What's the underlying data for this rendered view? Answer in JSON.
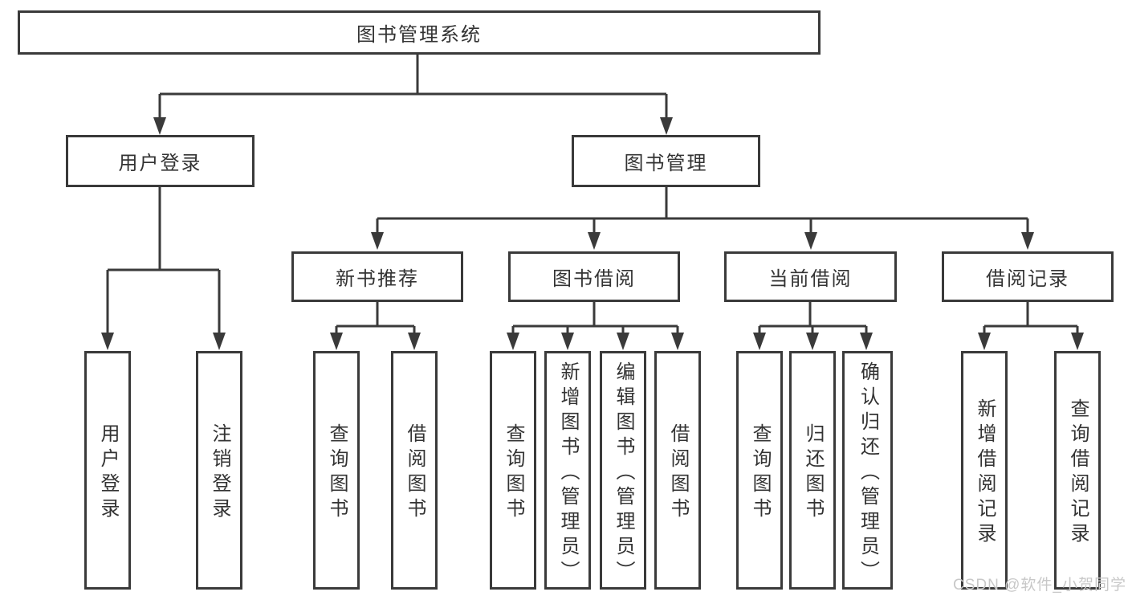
{
  "tree": {
    "label": "图书管理系统",
    "children": [
      {
        "label": "用户登录",
        "children": [
          {
            "label": "用户登录"
          },
          {
            "label": "注销登录"
          }
        ]
      },
      {
        "label": "图书管理",
        "children": [
          {
            "label": "新书推荐",
            "children": [
              {
                "label": "查询图书"
              },
              {
                "label": "借阅图书"
              }
            ]
          },
          {
            "label": "图书借阅",
            "children": [
              {
                "label": "查询图书"
              },
              {
                "label": "新增图书（管理员）"
              },
              {
                "label": "编辑图书（管理员）"
              },
              {
                "label": "借阅图书"
              }
            ]
          },
          {
            "label": "当前借阅",
            "children": [
              {
                "label": "查询图书"
              },
              {
                "label": "归还图书"
              },
              {
                "label": "确认归还（管理员）"
              }
            ]
          },
          {
            "label": "借阅记录",
            "children": [
              {
                "label": "新增借阅记录"
              },
              {
                "label": "查询借阅记录"
              }
            ]
          }
        ]
      }
    ]
  },
  "watermark": {
    "text": "CSDN @软件_小贺同学"
  },
  "colors": {
    "line": "#3a3a3a",
    "text": "#333333",
    "background": "#ffffff",
    "watermark": "#c8c8c8"
  }
}
